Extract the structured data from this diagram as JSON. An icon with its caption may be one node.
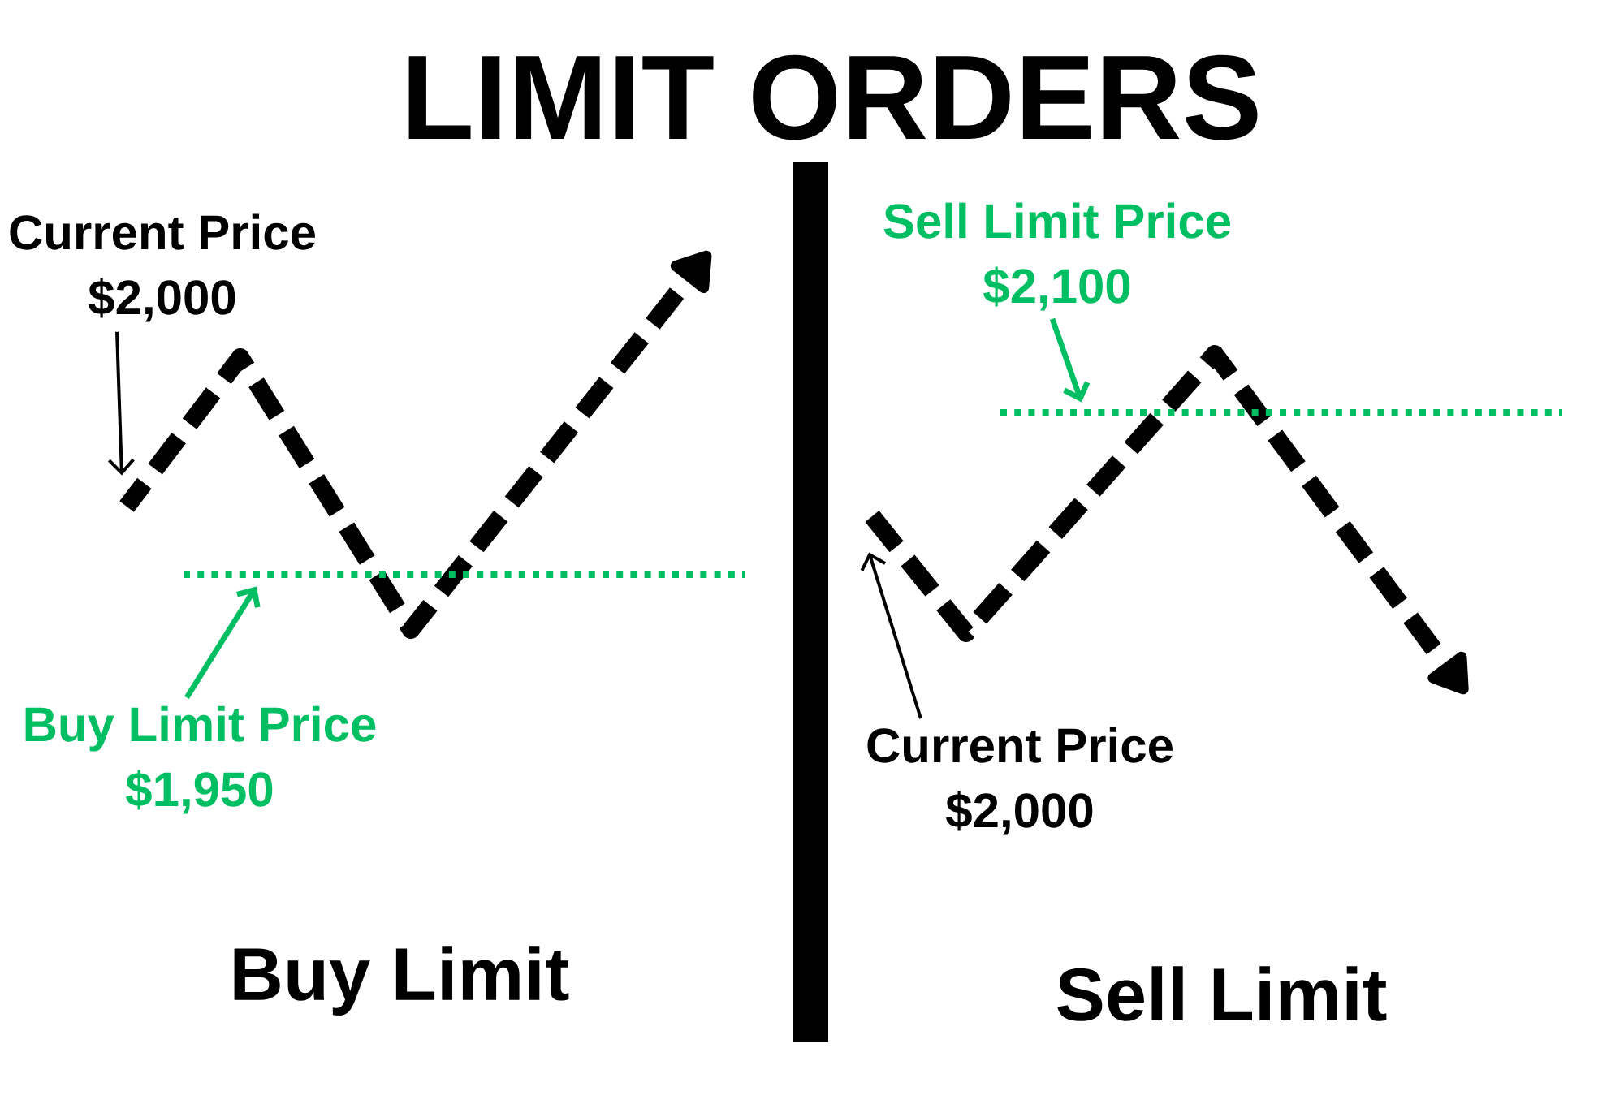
{
  "diagram": {
    "title": "LIMIT ORDERS",
    "nodes": [
      {
        "text": [
          "Current Price",
          "$2,000"
        ]
      },
      {
        "text": [],
        "shape": "arrow"
      },
      {
        "text": [],
        "shape": "line"
      },
      {
        "text": [
          "Buy Limit Price",
          "$1,950"
        ]
      },
      {
        "text": [],
        "shape": "bar"
      },
      {
        "text": [
          "Sell Limit Price",
          "$2,100"
        ]
      },
      {
        "text": [],
        "shape": "line"
      },
      {
        "text": [],
        "shape": "arrow"
      },
      {
        "text": [
          "Current Price",
          "$2,000"
        ]
      }
    ],
    "edges": [
      {
        "from": 0,
        "to": 1,
        "arrow": "to"
      },
      {
        "from": 3,
        "to": 2,
        "arrow": "to",
        "color": "#00bf63"
      },
      {
        "from": 5,
        "to": 6,
        "arrow": "to",
        "color": "#00bf63"
      },
      {
        "from": 8,
        "to": 7,
        "arrow": "to"
      }
    ],
    "labels": [
      "Buy Limit",
      "Sell Limit"
    ]
  }
}
